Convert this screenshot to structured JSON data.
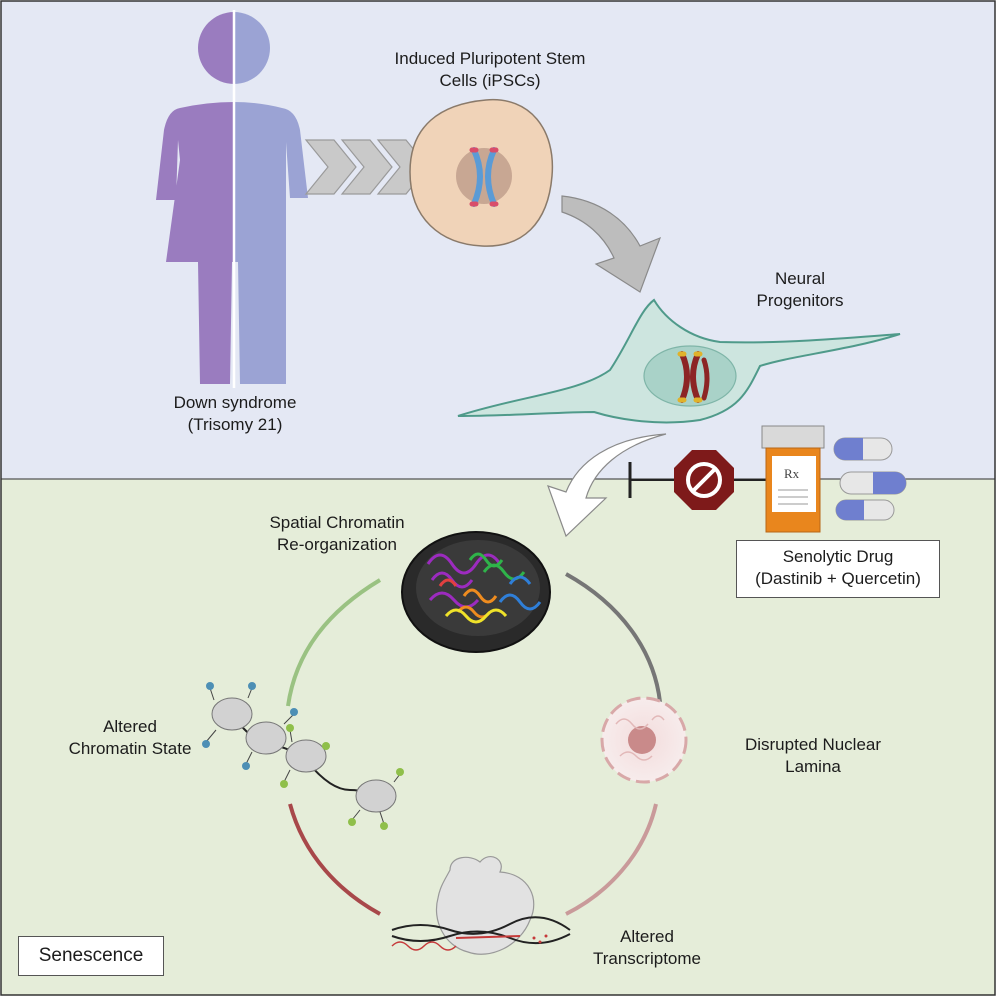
{
  "labels": {
    "down_syndrome": [
      "Down syndrome",
      "(Trisomy 21)"
    ],
    "ipsc": [
      "Induced Pluripotent Stem",
      "Cells (iPSCs)"
    ],
    "neural": [
      "Neural",
      "Progenitors"
    ],
    "spatial": [
      "Spatial Chromatin",
      "Re-organization"
    ],
    "altered_state": [
      "Altered",
      "Chromatin State"
    ],
    "lamina": [
      "Disrupted Nuclear",
      "Lamina"
    ],
    "transcriptome": [
      "Altered",
      "Transcriptome"
    ],
    "drug": [
      "Senolytic Drug",
      "(Dastinib + Quercetin)"
    ],
    "senescence": "Senescence",
    "rx": "Rx"
  },
  "colors": {
    "top_panel": "#e4e8f4",
    "bottom_panel": "#e5edd9",
    "person_left": "#9a7cbf",
    "person_right": "#9ba3d4",
    "ipsc_cell": "#f0d3b8",
    "neuron": "#cde5df",
    "stop_sign": "#7e1a1a",
    "pill_bottle": "#e9861d",
    "capsule_blue": "#6f7fcf",
    "ring_green": "#9ac282",
    "ring_gray": "#767676",
    "ring_red": "#a8484a",
    "ring_pink": "#c99a9a"
  },
  "icons": [
    "person-icon",
    "ipsc-cell-icon",
    "neuron-icon",
    "chromosome-icon",
    "stop-sign-icon",
    "pill-bottle-icon",
    "capsule-icon",
    "chromatin-ball-icon",
    "nucleosome-icon",
    "nuclear-lamina-icon",
    "polymerase-icon"
  ]
}
